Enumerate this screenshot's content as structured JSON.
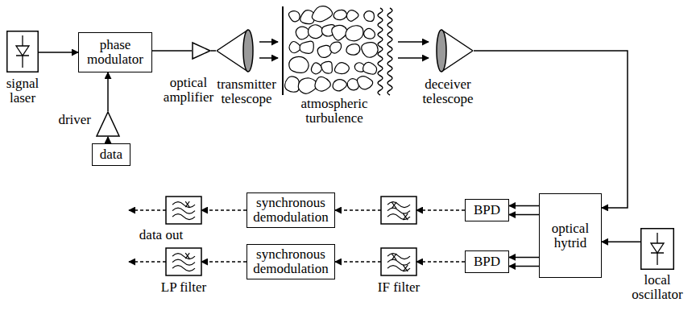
{
  "diagram": {
    "nodes": [
      {
        "text": [
          "signal laser"
        ]
      },
      {
        "text": [
          "phase modulator"
        ]
      },
      {
        "text": [
          "driver"
        ]
      },
      {
        "text": [
          "data"
        ]
      },
      {
        "text": [
          "optical amplifier"
        ]
      },
      {
        "text": [
          "transmitter telescope"
        ]
      },
      {
        "text": [
          "deceiver telescope"
        ]
      },
      {
        "text": [
          "optical hytrid"
        ]
      },
      {
        "text": [
          "local oscillator"
        ]
      },
      {
        "text": [
          "BPD"
        ]
      },
      {
        "text": [
          "BPD"
        ]
      },
      {
        "text": [
          "synchronous demodulation"
        ]
      },
      {
        "text": [
          "synchronous demodulation"
        ]
      }
    ],
    "edges": [
      {
        "from": 0,
        "to": 1,
        "arrow": "to"
      },
      {
        "from": 3,
        "to": 2,
        "arrow": "to"
      },
      {
        "from": 2,
        "to": 1,
        "arrow": "to"
      },
      {
        "from": 1,
        "to": 4,
        "arrow": "none"
      },
      {
        "from": 4,
        "to": 5,
        "arrow": "none"
      },
      {
        "from": 6,
        "to": 7,
        "arrow": "to"
      },
      {
        "from": 8,
        "to": 7,
        "arrow": "to"
      },
      {
        "from": 7,
        "to": 9,
        "arrow": "to"
      },
      {
        "from": 7,
        "to": 9,
        "arrow": "to"
      },
      {
        "from": 7,
        "to": 10,
        "arrow": "to"
      },
      {
        "from": 7,
        "to": 10,
        "arrow": "to"
      }
    ],
    "labels": [
      "atmospheric turbulence",
      "IF filter",
      "LP filter",
      "data out"
    ]
  }
}
